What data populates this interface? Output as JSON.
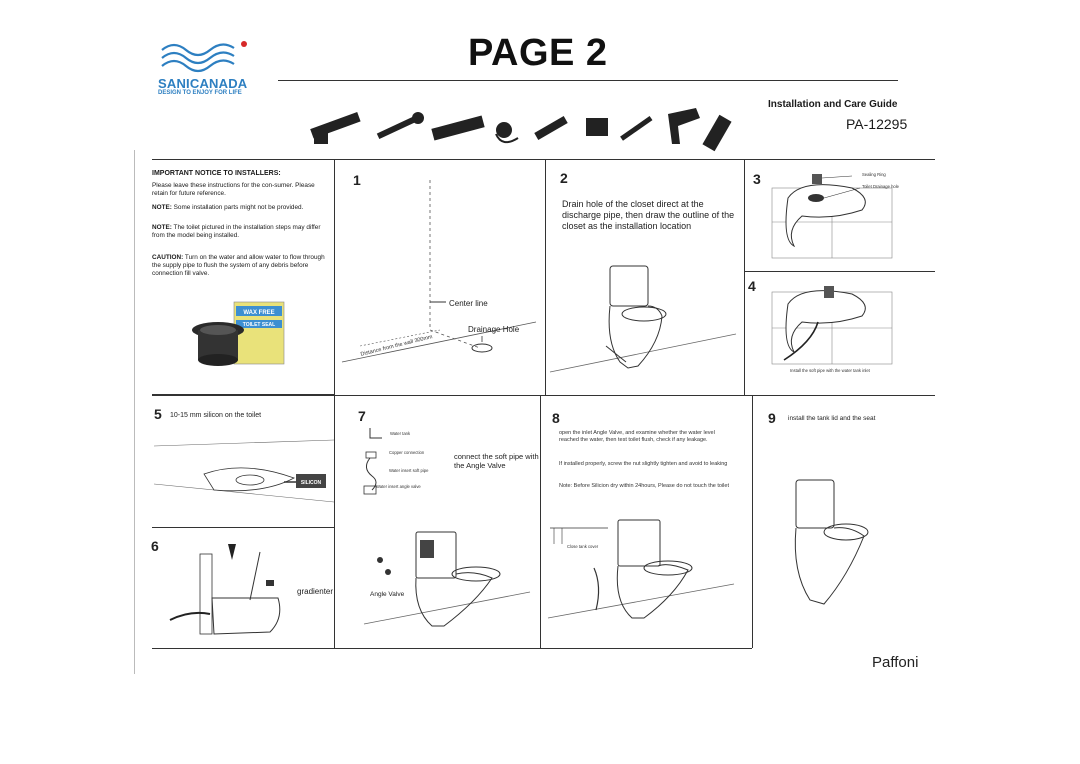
{
  "header": {
    "brand": "SANICANADA",
    "tagline": "DESIGN TO ENJOY FOR LIFE",
    "page_title": "PAGE 2",
    "guide_title": "Installation and Care Guide",
    "model": "PA-12295"
  },
  "notice": {
    "title": "IMPORTANT NOTICE TO INSTALLERS:",
    "p1": "Please leave these instructions for the con-sumer. Please retain for future reference.",
    "p2_label": "NOTE:",
    "p2": " Some installation parts might not be provided.",
    "p3_label": "NOTE:",
    "p3": " The toilet pictured in the installation steps may differ from the model being installed.",
    "p4_label": "CAUTION:",
    "p4": " Turn on the  water and allow water to flow through the supply pipe to flush the system of any debris before connection fill valve.",
    "seal_line1": "WAX FREE",
    "seal_line2": "TOILET SEAL"
  },
  "steps": {
    "s1": {
      "num": "1",
      "center_line": "Center line",
      "drainage_hole": "Drainage Hole",
      "distance": "Distance from the wall 300mm"
    },
    "s2": {
      "num": "2",
      "text": "Drain hole of the closet direct at the discharge pipe, then  draw the outline of the closet as the installation location"
    },
    "s3": {
      "num": "3",
      "sealing_ring": "Sealing Ring",
      "drainage_hole": "Toilet Drainage hole"
    },
    "s4": {
      "num": "4",
      "caption": "Install the soft pipe with the water tank inlet"
    },
    "s5": {
      "num": "5",
      "text": "10-15 mm silicon on the toilet",
      "gun_label": "SILICON"
    },
    "s6": {
      "num": "6",
      "gradienter": "gradienter"
    },
    "s7": {
      "num": "7",
      "water_tank": "Water tank",
      "copper": "Copper connection",
      "insert_soft": "Water insert soft pipe",
      "insert_angle": "Water insert angle valve",
      "text": "connect the soft pipe with the Angle Valve",
      "angle_valve": "Angle Valve"
    },
    "s8": {
      "num": "8",
      "p1": "open the inlet Angle Valve, and examine whether the water level reached the water, then test toilet flush, check if any leakage.",
      "p2": "If installed properly,  screw the nut slightly tighten and avoid to leaking",
      "p3": "Note: Before Silicion dry within 24hours, Please do not touch the toilet",
      "tiny_label": "Close tank cover"
    },
    "s9": {
      "num": "9",
      "text": "install the tank lid and the seat"
    }
  },
  "footer": {
    "brand": "Paffoni"
  },
  "colors": {
    "logo_blue": "#2d7fc1",
    "logo_red": "#d62828",
    "line": "#333333"
  }
}
